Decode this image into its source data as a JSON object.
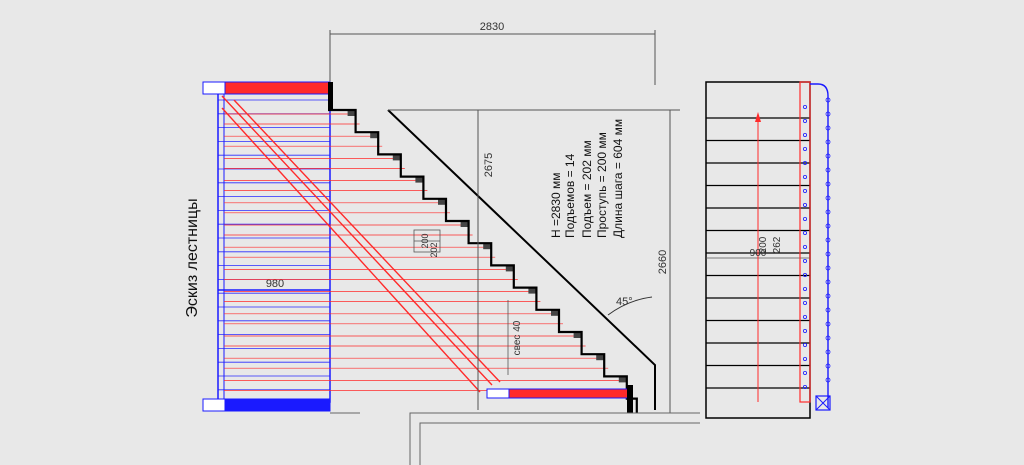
{
  "drawing": {
    "title": "Эскиз лестницы",
    "dimensions": {
      "total_length": "2830",
      "stringer_length": "2675",
      "total_height": "2660",
      "plan_width": "980",
      "plan_width_right": "900",
      "step_rise_mark": "200",
      "step_tread_mark": "202",
      "right_tread_mark": "200",
      "right_rise_mark": "262",
      "angle": "45°",
      "clearance": "свес 40"
    },
    "specs": [
      "H =2830 мм",
      "Подъемов = 14",
      "Подъем = 202 мм",
      "Проступь = 200 мм",
      "Длина шага = 604 мм"
    ]
  },
  "colors": {
    "background": "#e8e8e8",
    "blue": "#1a1aff",
    "red": "#ff1a1a",
    "black": "#000000",
    "gray": "#555555"
  }
}
